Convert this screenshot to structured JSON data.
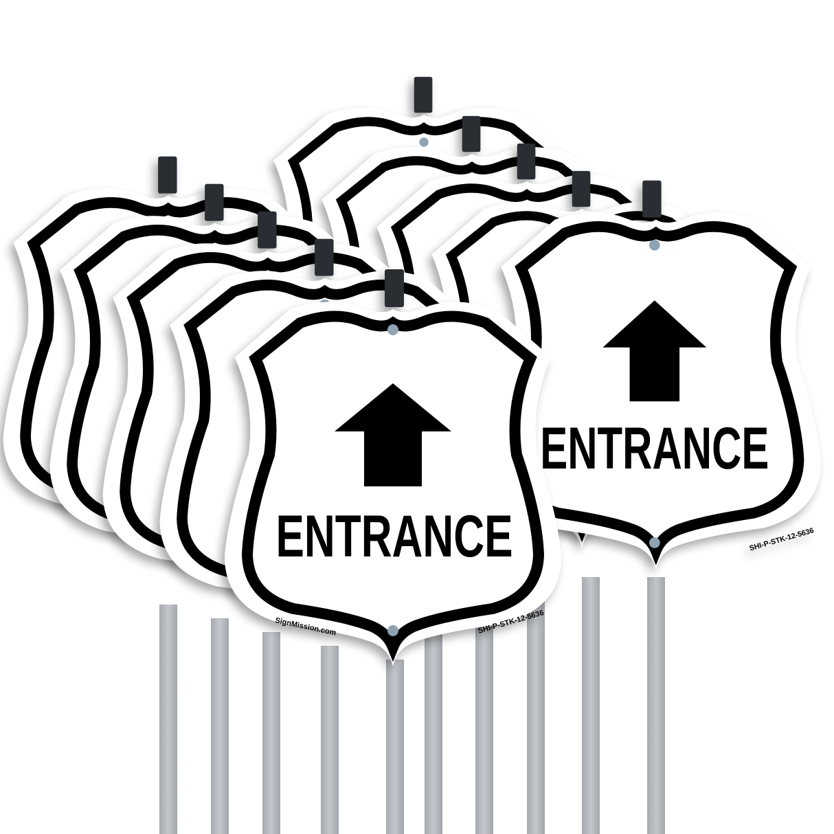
{
  "scene": {
    "description": "Product photo: ten shield-shaped yard signs on metal stakes, stacked diagonally",
    "background": "#ffffff",
    "sign_count": 10
  },
  "sign": {
    "headline": "ENTRANCE",
    "arrow": "up-arrow",
    "brand_label": "SignMission.com",
    "product_code": "SHI-P-STK-12-5636",
    "face_color": "#ffffff",
    "border_color": "#000000",
    "text_color": "#000000"
  },
  "hardware": {
    "stake_color": "#b9bcc0",
    "stake_shade": "#9ea2a7",
    "clip_color": "#2a2d31",
    "screw_color": "#8fa3b3"
  },
  "front_sign": {
    "headline": "ENTRANCE",
    "brand_label": "SignMission.com",
    "product_code": "SHI-P-STK-12-5636"
  },
  "right_sign": {
    "headline_visible": "NTRANCE",
    "product_code": "SHI-P-STK-12-5636"
  }
}
